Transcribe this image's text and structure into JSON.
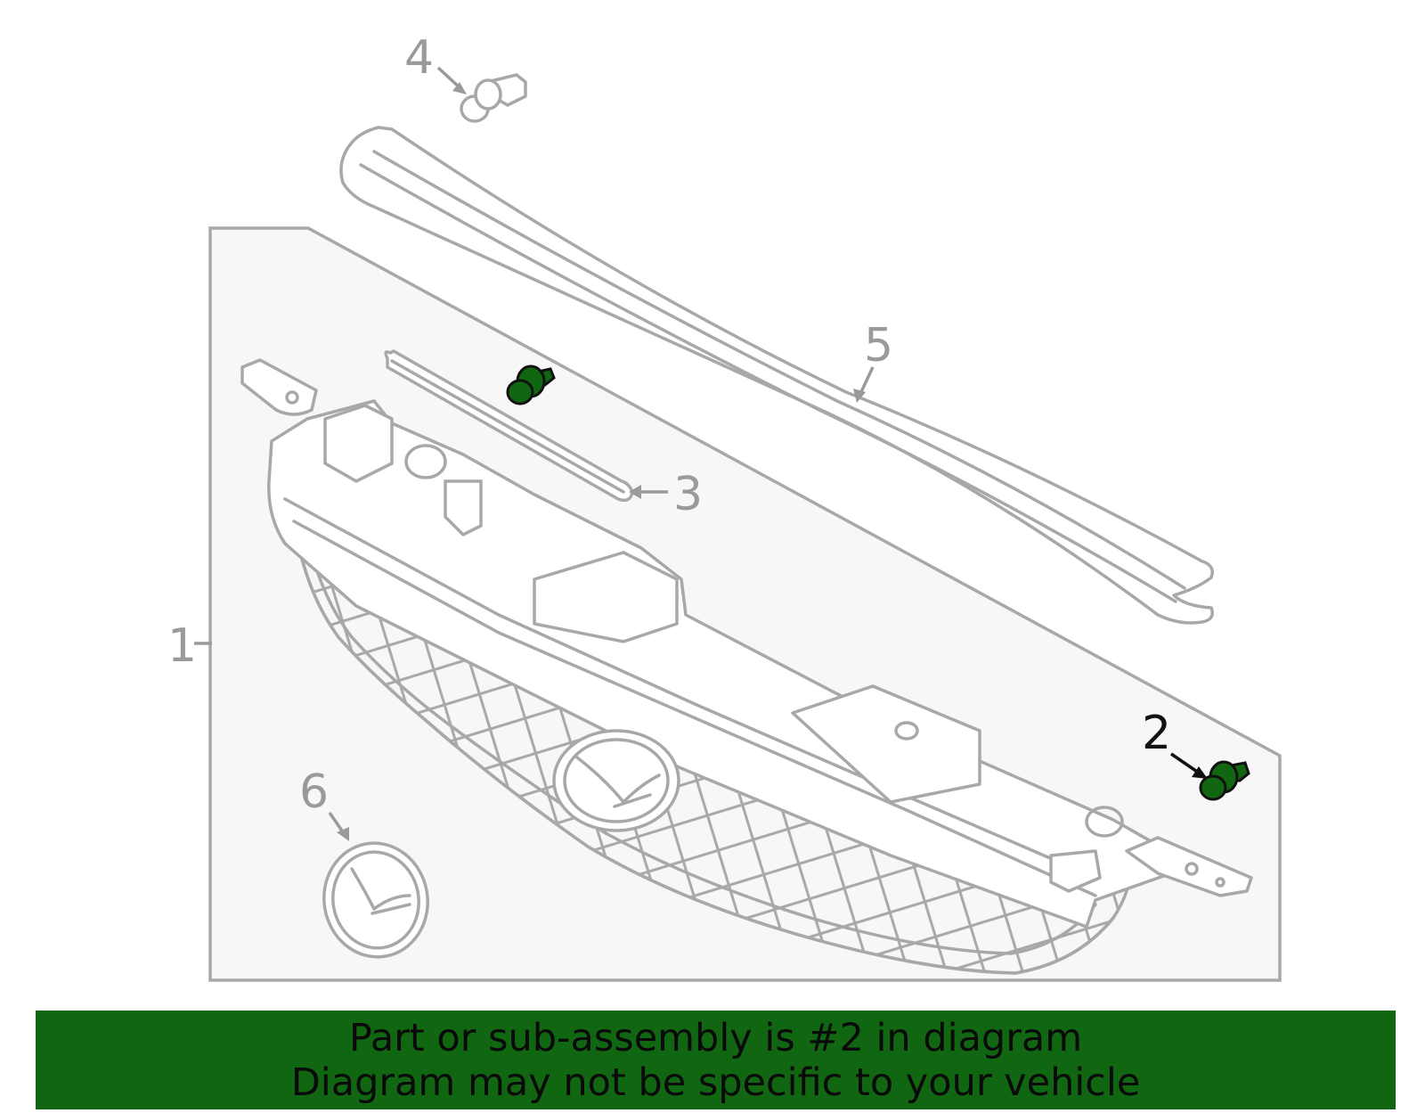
{
  "callouts": {
    "c1": "1",
    "c2": "2",
    "c3": "3",
    "c4": "4",
    "c5": "5",
    "c6": "6"
  },
  "highlight": {
    "part_number": "2",
    "fill_color": "#116611",
    "outline_color": "#111111"
  },
  "parts": [
    {
      "number": "1",
      "icon": "grille-assembly-icon"
    },
    {
      "number": "2",
      "icon": "push-clip-icon"
    },
    {
      "number": "3",
      "icon": "molding-strip-icon"
    },
    {
      "number": "4",
      "icon": "push-clip-icon"
    },
    {
      "number": "5",
      "icon": "upper-molding-icon"
    },
    {
      "number": "6",
      "icon": "emblem-icon"
    }
  ],
  "banner": {
    "line1": "Part or sub-assembly is #2 in diagram",
    "line2": "Diagram may not be specific to your vehicle",
    "background": "#116611"
  }
}
